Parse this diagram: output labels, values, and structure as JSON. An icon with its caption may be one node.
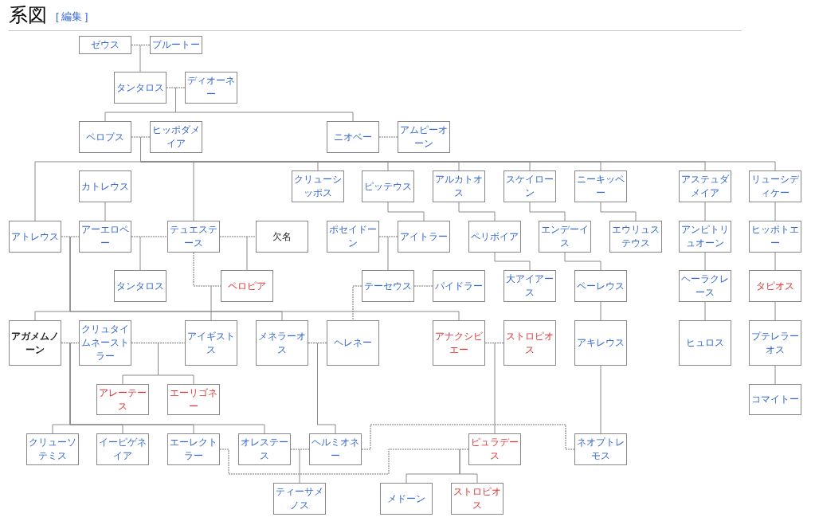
{
  "diagram": {
    "title": "系図",
    "nodes": [
      {
        "text": [
          "ゼウス"
        ]
      },
      {
        "text": [
          "プルートー"
        ]
      },
      {
        "text": [
          "タンタロス"
        ]
      },
      {
        "text": [
          "ディオーネー"
        ]
      },
      {
        "text": [
          "ペロプス"
        ]
      },
      {
        "text": [
          "ヒッポダメイア"
        ]
      },
      {
        "text": [
          "ニオベー"
        ]
      },
      {
        "text": [
          "アムピーオーン"
        ]
      },
      {
        "text": [
          "カトレウス"
        ]
      },
      {
        "text": [
          "クリューシッポス"
        ]
      },
      {
        "text": [
          "ピッテウス"
        ]
      },
      {
        "text": [
          "アルカトオス"
        ]
      },
      {
        "text": [
          "スケイローン"
        ]
      },
      {
        "text": [
          "ニーキッペー"
        ]
      },
      {
        "text": [
          "アステュダメイア"
        ]
      },
      {
        "text": [
          "リューシディケー"
        ]
      },
      {
        "text": [
          "アトレウス"
        ]
      },
      {
        "text": [
          "アーエロペー"
        ]
      },
      {
        "text": [
          "テュエステース"
        ]
      },
      {
        "text": [
          "欠名"
        ]
      },
      {
        "text": [
          "ポセイドーン"
        ]
      },
      {
        "text": [
          "アイトラー"
        ]
      },
      {
        "text": [
          "ペリボイア"
        ]
      },
      {
        "text": [
          "エンデーイス"
        ]
      },
      {
        "text": [
          "エウリュステウス"
        ]
      },
      {
        "text": [
          "アンピトリュオーン"
        ]
      },
      {
        "text": [
          "ヒッポトエー"
        ]
      },
      {
        "text": [
          "タンタロス"
        ]
      },
      {
        "text": [
          "ペロピア"
        ]
      },
      {
        "text": [
          "テーセウス"
        ]
      },
      {
        "text": [
          "パイドラー"
        ]
      },
      {
        "text": [
          "大アイアース"
        ]
      },
      {
        "text": [
          "ペーレウス"
        ]
      },
      {
        "text": [
          "ヘーラクレース"
        ]
      },
      {
        "text": [
          "タピオス"
        ]
      },
      {
        "text": [
          "アガメムノーン"
        ]
      },
      {
        "text": [
          "クリュタイムネーストラー"
        ]
      },
      {
        "text": [
          "アイギストス"
        ]
      },
      {
        "text": [
          "メネラーオス"
        ]
      },
      {
        "text": [
          "ヘレネー"
        ]
      },
      {
        "text": [
          "アナクシビエー"
        ]
      },
      {
        "text": [
          "ストロピオス"
        ]
      },
      {
        "text": [
          "アキレウス"
        ]
      },
      {
        "text": [
          "ヒュロス"
        ]
      },
      {
        "text": [
          "プテレラーオス"
        ]
      },
      {
        "text": [
          "アレーテース"
        ]
      },
      {
        "text": [
          "エーリゴネー"
        ]
      },
      {
        "text": [
          "コマイトー"
        ]
      },
      {
        "text": [
          "クリューソテミス"
        ]
      },
      {
        "text": [
          "イーピゲネイア"
        ]
      },
      {
        "text": [
          "エーレクトラー"
        ]
      },
      {
        "text": [
          "オレステース"
        ]
      },
      {
        "text": [
          "ヘルミオネー"
        ]
      },
      {
        "text": [
          "ピュラデース"
        ]
      },
      {
        "text": [
          "ネオプトレモス"
        ]
      },
      {
        "text": [
          "ティーサメノス"
        ]
      },
      {
        "text": [
          "メドーン"
        ]
      },
      {
        "text": [
          "ストロピオス"
        ]
      }
    ],
    "edges": [
      {
        "from": 0,
        "to": 1,
        "arrow": "none",
        "style": "dashed"
      },
      {
        "from": 0,
        "to": 2,
        "arrow": "none"
      },
      {
        "from": 2,
        "to": 3,
        "arrow": "none",
        "style": "dashed"
      },
      {
        "from": 2,
        "to": 4,
        "arrow": "none"
      },
      {
        "from": 2,
        "to": 6,
        "arrow": "none"
      },
      {
        "from": 4,
        "to": 5,
        "arrow": "none",
        "style": "dashed"
      },
      {
        "from": 4,
        "to": 16,
        "arrow": "none"
      },
      {
        "from": 4,
        "to": 18,
        "arrow": "none"
      },
      {
        "from": 4,
        "to": 9,
        "arrow": "none"
      },
      {
        "from": 4,
        "to": 10,
        "arrow": "none"
      },
      {
        "from": 4,
        "to": 11,
        "arrow": "none"
      },
      {
        "from": 4,
        "to": 12,
        "arrow": "none"
      },
      {
        "from": 4,
        "to": 13,
        "arrow": "none"
      },
      {
        "from": 4,
        "to": 14,
        "arrow": "none"
      },
      {
        "from": 4,
        "to": 15,
        "arrow": "none"
      },
      {
        "from": 6,
        "to": 7,
        "arrow": "none",
        "style": "dashed"
      },
      {
        "from": 8,
        "to": 17,
        "arrow": "none"
      },
      {
        "from": 10,
        "to": 21,
        "arrow": "none"
      },
      {
        "from": 11,
        "to": 22,
        "arrow": "none"
      },
      {
        "from": 12,
        "to": 23,
        "arrow": "none"
      },
      {
        "from": 13,
        "to": 24,
        "arrow": "none"
      },
      {
        "from": 14,
        "to": 25,
        "arrow": "none"
      },
      {
        "from": 15,
        "to": 26,
        "arrow": "none"
      },
      {
        "from": 16,
        "to": 17,
        "arrow": "none",
        "style": "dashed"
      },
      {
        "from": 17,
        "to": 18,
        "arrow": "none",
        "style": "dashed"
      },
      {
        "from": 18,
        "to": 19,
        "arrow": "none",
        "style": "dashed"
      },
      {
        "from": 18,
        "to": 28,
        "arrow": "none",
        "style": "dashed"
      },
      {
        "from": 20,
        "to": 21,
        "arrow": "none",
        "style": "dashed"
      },
      {
        "from": 16,
        "to": 35,
        "arrow": "none"
      },
      {
        "from": 16,
        "to": 38,
        "arrow": "none"
      },
      {
        "from": 16,
        "to": 40,
        "arrow": "none"
      },
      {
        "from": 17,
        "to": 27,
        "arrow": "none"
      },
      {
        "from": 19,
        "to": 28,
        "arrow": "none"
      },
      {
        "from": 28,
        "to": 37,
        "arrow": "none"
      },
      {
        "from": 20,
        "to": 29,
        "arrow": "none"
      },
      {
        "from": 29,
        "to": 30,
        "arrow": "none",
        "style": "dashed"
      },
      {
        "from": 29,
        "to": 39,
        "arrow": "none",
        "style": "dashed"
      },
      {
        "from": 22,
        "to": 31,
        "arrow": "none"
      },
      {
        "from": 23,
        "to": 32,
        "arrow": "none"
      },
      {
        "from": 25,
        "to": 33,
        "arrow": "none"
      },
      {
        "from": 26,
        "to": 34,
        "arrow": "none"
      },
      {
        "from": 32,
        "to": 42,
        "arrow": "none"
      },
      {
        "from": 33,
        "to": 43,
        "arrow": "none"
      },
      {
        "from": 34,
        "to": 44,
        "arrow": "none"
      },
      {
        "from": 35,
        "to": 36,
        "arrow": "none",
        "style": "dashed"
      },
      {
        "from": 36,
        "to": 37,
        "arrow": "none",
        "style": "dashed"
      },
      {
        "from": 38,
        "to": 39,
        "arrow": "none",
        "style": "dashed"
      },
      {
        "from": 40,
        "to": 41,
        "arrow": "none",
        "style": "dashed"
      },
      {
        "from": 44,
        "to": 47,
        "arrow": "none"
      },
      {
        "from": 42,
        "to": 54,
        "arrow": "none"
      },
      {
        "from": 35,
        "to": 48,
        "arrow": "none"
      },
      {
        "from": 35,
        "to": 49,
        "arrow": "none"
      },
      {
        "from": 35,
        "to": 50,
        "arrow": "none"
      },
      {
        "from": 35,
        "to": 51,
        "arrow": "none"
      },
      {
        "from": 37,
        "to": 45,
        "arrow": "none"
      },
      {
        "from": 36,
        "to": 46,
        "arrow": "none"
      },
      {
        "from": 38,
        "to": 52,
        "arrow": "none"
      },
      {
        "from": 41,
        "to": 53,
        "arrow": "none"
      },
      {
        "from": 50,
        "to": 53,
        "arrow": "none",
        "style": "dashed"
      },
      {
        "from": 51,
        "to": 52,
        "arrow": "none",
        "style": "dashed"
      },
      {
        "from": 52,
        "to": 54,
        "arrow": "none",
        "style": "dashed"
      },
      {
        "from": 53,
        "to": 56,
        "arrow": "none"
      },
      {
        "from": 53,
        "to": 57,
        "arrow": "none"
      },
      {
        "from": 51,
        "to": 55,
        "arrow": "none"
      }
    ],
    "labels": [
      "[ 編集 ]"
    ]
  }
}
